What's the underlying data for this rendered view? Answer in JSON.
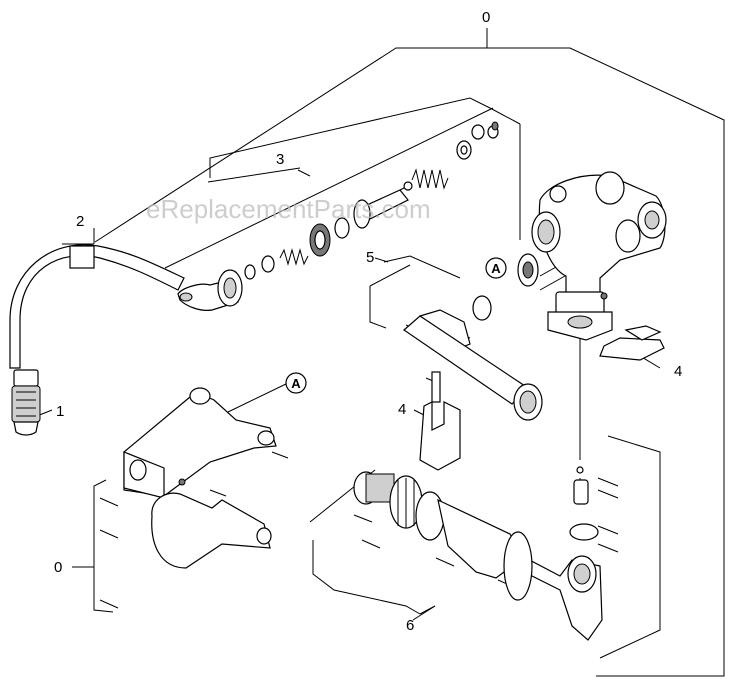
{
  "watermark": "eReplacementParts.com",
  "callouts": {
    "c0_top": "0",
    "c0_left": "0",
    "c1": "1",
    "c2": "2",
    "c3": "3",
    "c4_right": "4",
    "c4_mid": "4",
    "c5": "5",
    "c6": "6"
  },
  "reference_marks": {
    "a_upper": "A",
    "a_lower": "A"
  }
}
